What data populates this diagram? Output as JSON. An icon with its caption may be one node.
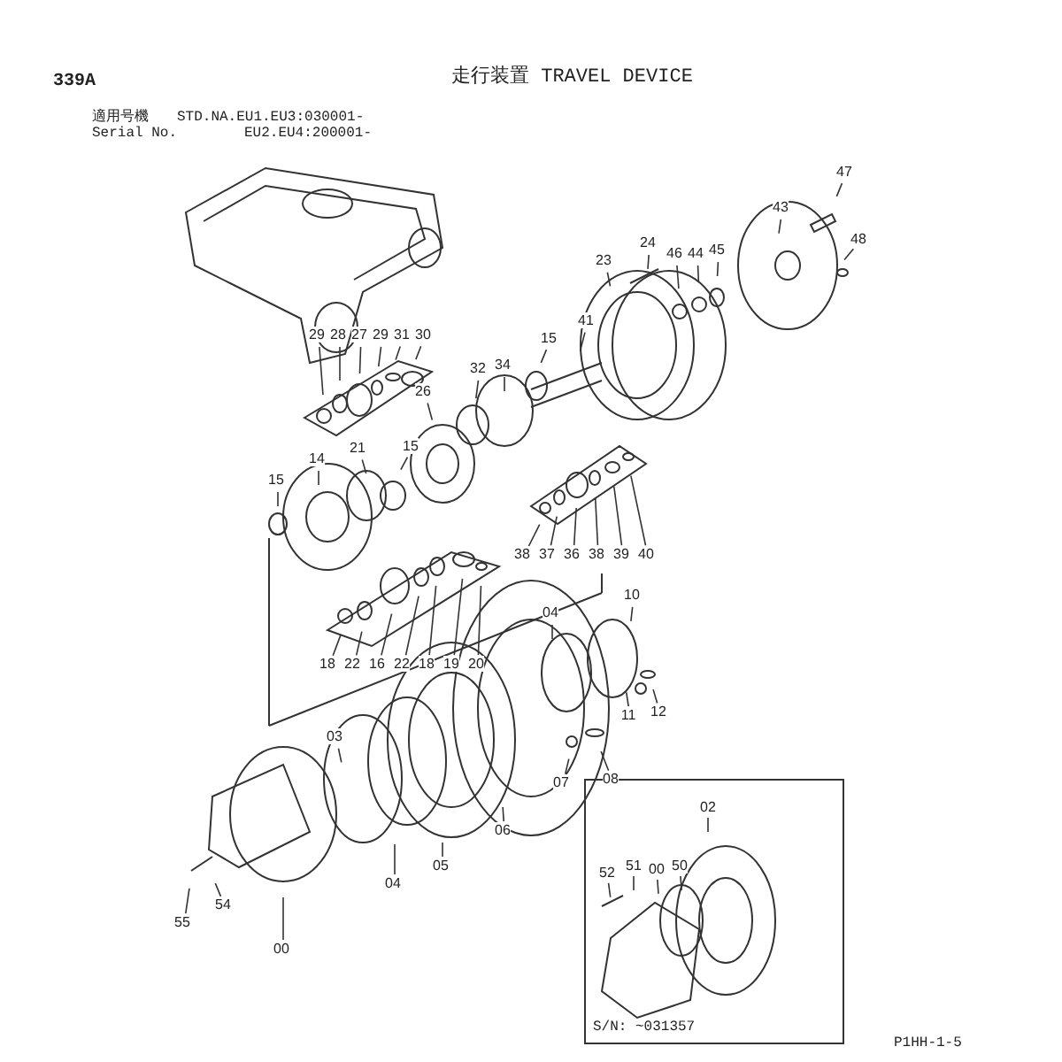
{
  "diagram": {
    "title": "走行装置 TRAVEL DEVICE",
    "nodes": [
      {
        "text": [
          "47"
        ]
      },
      {
        "text": [
          "43"
        ]
      },
      {
        "text": [
          "24"
        ]
      },
      {
        "text": [
          "48"
        ]
      },
      {
        "text": [
          "45"
        ]
      },
      {
        "text": [
          "23"
        ]
      },
      {
        "text": [
          "44"
        ]
      },
      {
        "text": [
          "46"
        ]
      },
      {
        "text": [
          "41"
        ]
      },
      {
        "text": [
          "30"
        ]
      },
      {
        "text": [
          "15"
        ]
      },
      {
        "text": [
          "31"
        ]
      },
      {
        "text": [
          "29"
        ]
      },
      {
        "text": [
          "34"
        ]
      },
      {
        "text": [
          "27"
        ]
      },
      {
        "text": [
          "28"
        ]
      },
      {
        "text": [
          "32"
        ]
      },
      {
        "text": [
          "29"
        ]
      },
      {
        "text": [
          "26"
        ]
      },
      {
        "text": [
          "21"
        ]
      },
      {
        "text": [
          "15"
        ]
      },
      {
        "text": [
          "14"
        ]
      },
      {
        "text": [
          "15"
        ]
      },
      {
        "text": [
          "40"
        ]
      },
      {
        "text": [
          "39"
        ]
      },
      {
        "text": [
          "38"
        ]
      },
      {
        "text": [
          "36"
        ]
      },
      {
        "text": [
          "37"
        ]
      },
      {
        "text": [
          "38"
        ]
      },
      {
        "text": [
          "19"
        ]
      },
      {
        "text": [
          "18"
        ]
      },
      {
        "text": [
          "20"
        ]
      },
      {
        "text": [
          "10"
        ]
      },
      {
        "text": [
          "22"
        ]
      },
      {
        "text": [
          "04"
        ]
      },
      {
        "text": [
          "16"
        ]
      },
      {
        "text": [
          "22"
        ]
      },
      {
        "text": [
          "18"
        ]
      },
      {
        "text": [
          "12"
        ]
      },
      {
        "text": [
          "03"
        ]
      },
      {
        "text": [
          "11"
        ]
      },
      {
        "text": [
          "08"
        ]
      },
      {
        "text": [
          "07"
        ]
      },
      {
        "text": [
          "06"
        ]
      },
      {
        "text": [
          "S/N: ~031357"
        ]
      },
      {
        "text": [
          "02"
        ],
        "in": 44
      },
      {
        "text": [
          "50"
        ],
        "in": 44
      },
      {
        "text": [
          "51"
        ],
        "in": 44
      },
      {
        "text": [
          "00"
        ],
        "in": 44
      },
      {
        "text": [
          "52"
        ],
        "in": 44
      },
      {
        "text": [
          "05"
        ]
      },
      {
        "text": [
          "04"
        ]
      },
      {
        "text": [
          "54"
        ]
      },
      {
        "text": [
          "55"
        ]
      },
      {
        "text": [
          "00"
        ]
      }
    ],
    "edges": [
      {
        "from": 0,
        "to": null,
        "arrow": "none"
      },
      {
        "from": 1,
        "to": null,
        "arrow": "none"
      },
      {
        "from": 2,
        "to": null,
        "arrow": "none"
      },
      {
        "from": 3,
        "to": null,
        "arrow": "none"
      },
      {
        "from": 4,
        "to": null,
        "arrow": "none"
      },
      {
        "from": 5,
        "to": null,
        "arrow": "none"
      },
      {
        "from": 6,
        "to": null,
        "arrow": "none"
      },
      {
        "from": 7,
        "to": null,
        "arrow": "none"
      },
      {
        "from": 8,
        "to": null,
        "arrow": "none"
      },
      {
        "from": 9,
        "to": null,
        "arrow": "none"
      },
      {
        "from": 10,
        "to": null,
        "arrow": "none"
      },
      {
        "from": 11,
        "to": null,
        "arrow": "none"
      },
      {
        "from": 12,
        "to": null,
        "arrow": "none"
      },
      {
        "from": 13,
        "to": null,
        "arrow": "none"
      },
      {
        "from": 14,
        "to": null,
        "arrow": "none"
      },
      {
        "from": 15,
        "to": null,
        "arrow": "none"
      },
      {
        "from": 16,
        "to": null,
        "arrow": "none"
      },
      {
        "from": 17,
        "to": null,
        "arrow": "none"
      },
      {
        "from": 18,
        "to": null,
        "arrow": "none"
      },
      {
        "from": 19,
        "to": null,
        "arrow": "none"
      },
      {
        "from": 20,
        "to": null,
        "arrow": "none"
      },
      {
        "from": 21,
        "to": null,
        "arrow": "none"
      },
      {
        "from": 22,
        "to": null,
        "arrow": "none"
      },
      {
        "from": 23,
        "to": null,
        "arrow": "none"
      },
      {
        "from": 24,
        "to": null,
        "arrow": "none"
      },
      {
        "from": 25,
        "to": null,
        "arrow": "none"
      },
      {
        "from": 26,
        "to": null,
        "arrow": "none"
      },
      {
        "from": 27,
        "to": null,
        "arrow": "none"
      },
      {
        "from": 28,
        "to": null,
        "arrow": "none"
      },
      {
        "from": 29,
        "to": null,
        "arrow": "none"
      },
      {
        "from": 30,
        "to": null,
        "arrow": "none"
      },
      {
        "from": 31,
        "to": null,
        "arrow": "none"
      },
      {
        "from": 32,
        "to": null,
        "arrow": "none"
      },
      {
        "from": 33,
        "to": null,
        "arrow": "none"
      },
      {
        "from": 34,
        "to": null,
        "arrow": "none"
      },
      {
        "from": 35,
        "to": null,
        "arrow": "none"
      },
      {
        "from": 36,
        "to": null,
        "arrow": "none"
      },
      {
        "from": 37,
        "to": null,
        "arrow": "none"
      },
      {
        "from": 38,
        "to": null,
        "arrow": "none"
      },
      {
        "from": 39,
        "to": null,
        "arrow": "none"
      },
      {
        "from": 40,
        "to": null,
        "arrow": "none"
      },
      {
        "from": 41,
        "to": null,
        "arrow": "none"
      },
      {
        "from": 42,
        "to": null,
        "arrow": "none"
      },
      {
        "from": 43,
        "to": null,
        "arrow": "none"
      },
      {
        "from": 45,
        "to": null,
        "arrow": "none"
      },
      {
        "from": 46,
        "to": null,
        "arrow": "none"
      },
      {
        "from": 47,
        "to": null,
        "arrow": "none"
      },
      {
        "from": 48,
        "to": null,
        "arrow": "none"
      },
      {
        "from": 49,
        "to": null,
        "arrow": "none"
      },
      {
        "from": 50,
        "to": null,
        "arrow": "none"
      },
      {
        "from": 51,
        "to": null,
        "arrow": "none"
      },
      {
        "from": 52,
        "to": null,
        "arrow": "none"
      },
      {
        "from": 53,
        "to": null,
        "arrow": "none"
      },
      {
        "from": 54,
        "to": null,
        "arrow": "none"
      }
    ],
    "labels": [
      "339A",
      "適用号機",
      "STD.NA.EU1.EU3:030001-",
      "Serial No.",
      "EU2.EU4:200001-",
      "P1HH-1-5"
    ]
  }
}
